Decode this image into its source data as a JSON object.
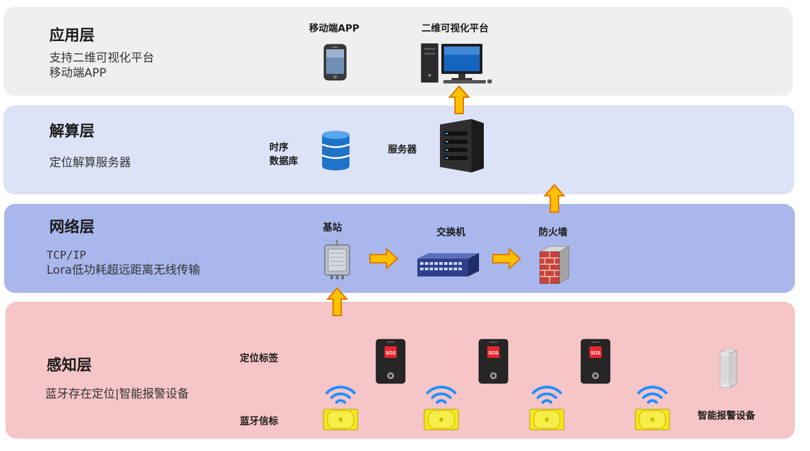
{
  "layers": {
    "app": {
      "title": "应用层",
      "desc": [
        "支持二维可视化平台",
        "移动端APP"
      ]
    },
    "compute": {
      "title": "解算层",
      "desc": [
        "定位解算服务器"
      ]
    },
    "network": {
      "title": "网络层",
      "desc": [
        "TCP/IP",
        "Lora低功耗超远距离无线传输"
      ]
    },
    "sense": {
      "title": "感知层",
      "desc": [
        "蓝牙存在定位|智能报警设备"
      ]
    }
  },
  "components": {
    "mobile_app": "移动端APP",
    "viz_platform": "二维可视化平台",
    "tsdb_line1": "时序",
    "tsdb_line2": "数据库",
    "server": "服务器",
    "base_station": "基站",
    "switch": "交换机",
    "firewall": "防火墙",
    "positioning_tag": "定位标签",
    "bluetooth_beacon": "蓝牙信标",
    "smart_alarm": "智能报警设备",
    "sos_text": "SOS"
  },
  "colors": {
    "arrow_fill": "#ffc000",
    "arrow_stroke": "#e07800",
    "beacon_yellow": "#f5e61e",
    "wifi_blue": "#1e90ff",
    "db_blue": "#1f73c9",
    "sos_red": "#e8252c"
  }
}
